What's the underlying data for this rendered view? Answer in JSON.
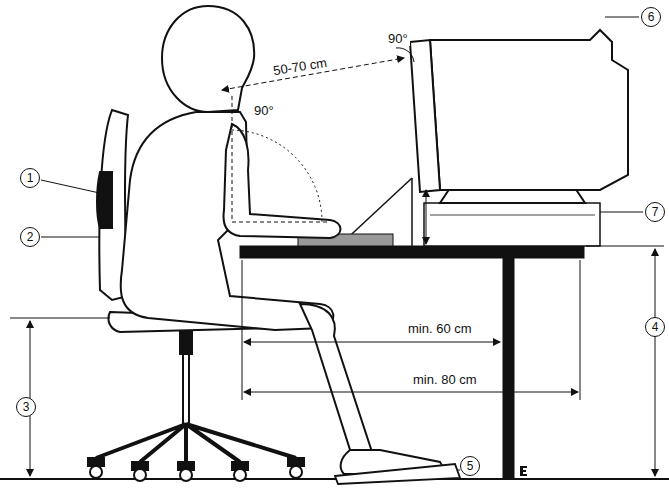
{
  "diagram": {
    "labels": [
      "50-70 cm",
      "90°",
      "6",
      "1",
      "90°",
      "2",
      "7",
      "4",
      "min. 60 cm",
      "3",
      "min. 80 cm",
      "5"
    ]
  }
}
